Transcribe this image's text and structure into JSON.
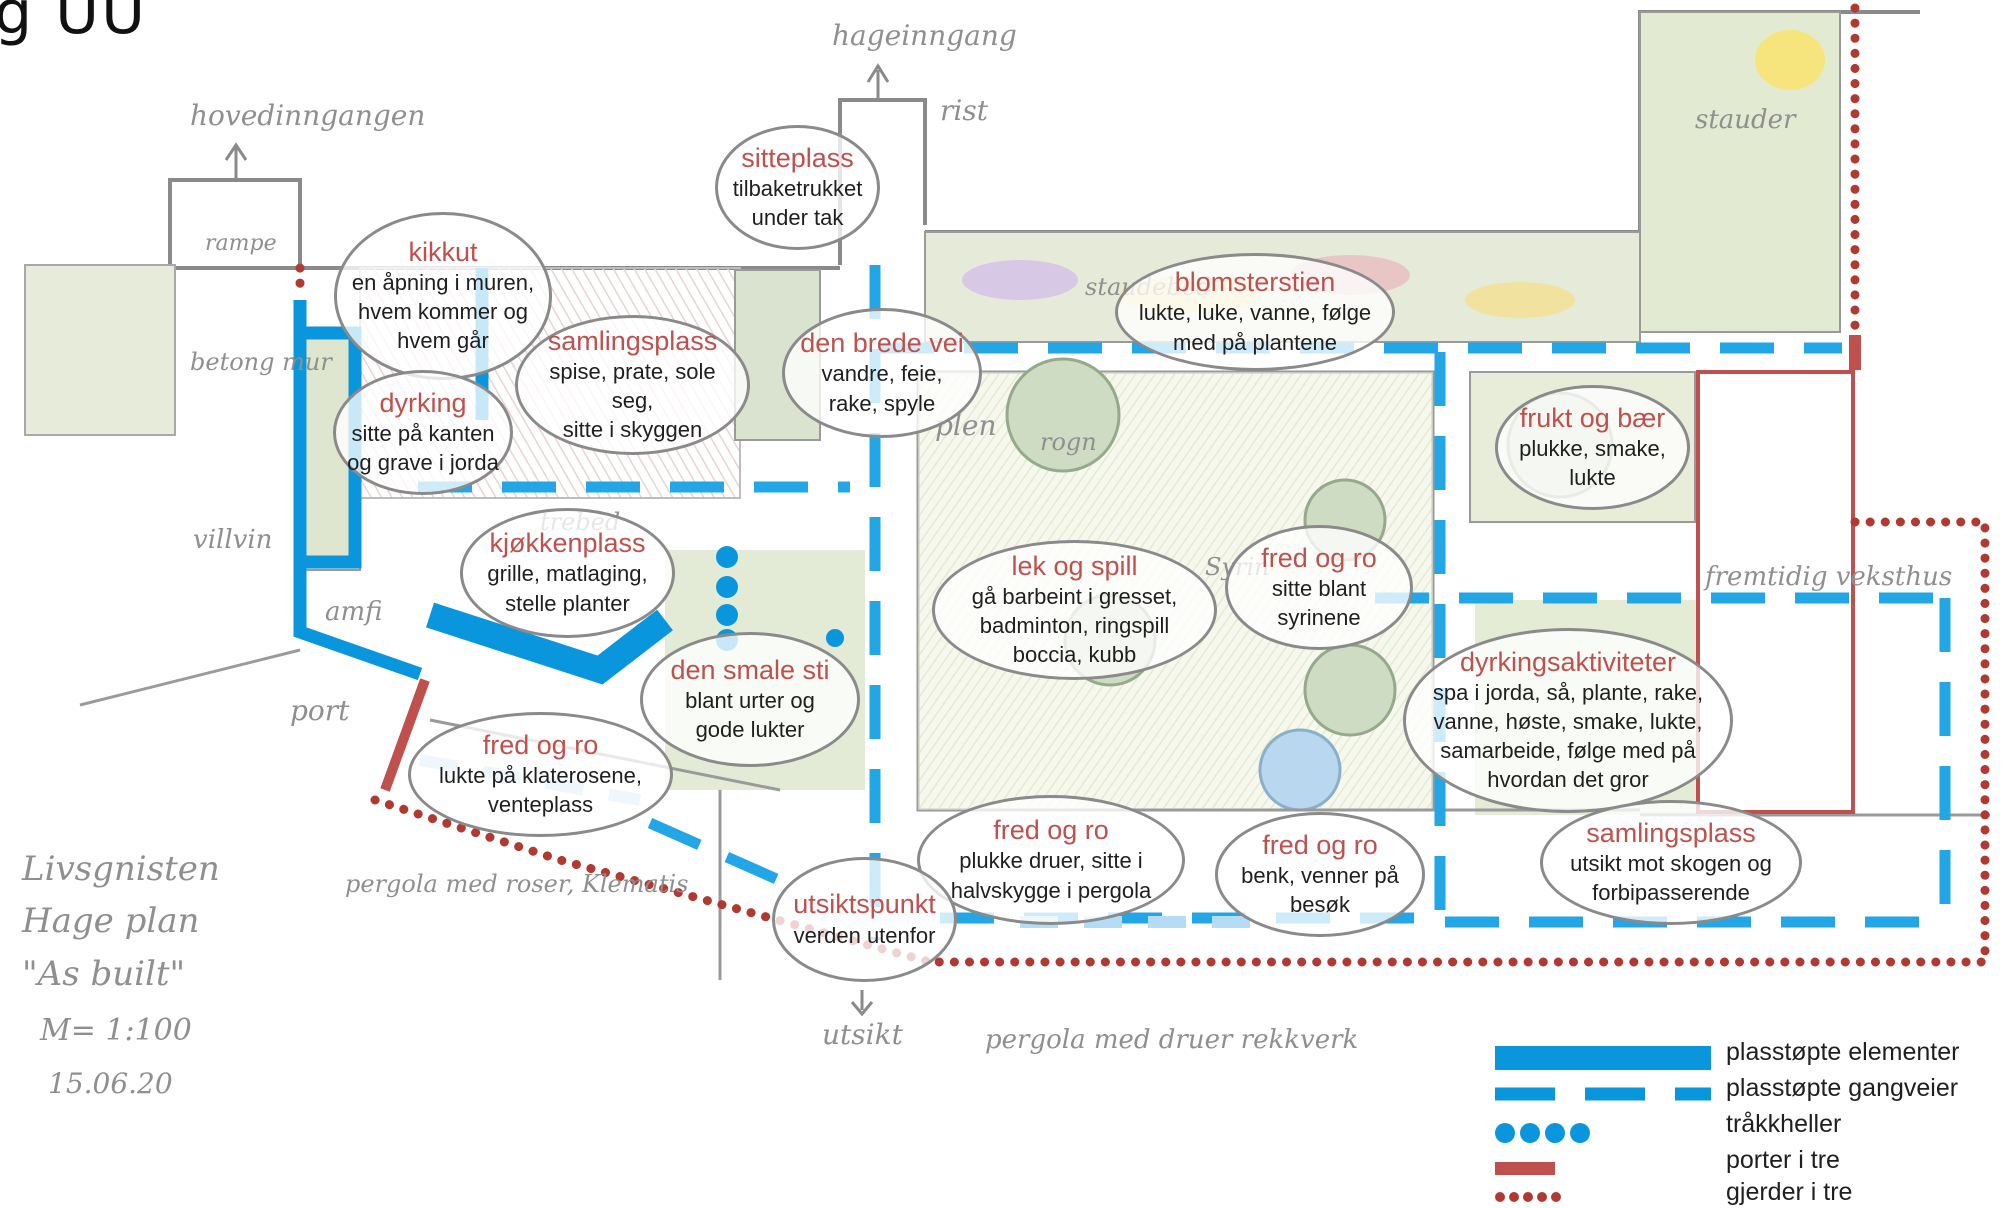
{
  "title_fragment": "g UU",
  "plan_note": {
    "lines": [
      "Livsgnisten",
      "Hage plan",
      "\"As built\"",
      "M= 1:100",
      "15.06.20"
    ]
  },
  "sketch_labels": {
    "hovedinngangen": "hovedinngangen",
    "hageinngang": "hageinngang",
    "rist": "rist",
    "rampe": "rampe",
    "betong_mur": "betong mur",
    "villvin": "villvin",
    "amfi": "amfi",
    "port": "port",
    "pergola_roser": "pergola med roser, Klematis",
    "utsikt": "utsikt",
    "pergola_druer": "pergola med druer rekkverk",
    "plen": "plen",
    "rogn": "rogn",
    "stauder": "stauder",
    "fremtidig_veksthus": "fremtidig veksthus",
    "staudebed": "staudebed",
    "trebed": "trebed",
    "syrin": "Syrin"
  },
  "zones": [
    {
      "title": "kikkut",
      "desc": "en åpning i muren,\nhvem kommer og\nhvem går"
    },
    {
      "title": "sitteplass",
      "desc": "tilbaketrukket\nunder tak"
    },
    {
      "title": "blomsterstien",
      "desc": "lukte, luke, vanne, følge\nmed på plantene"
    },
    {
      "title": "samlingsplass",
      "desc": "spise, prate, sole seg,\nsitte i skyggen"
    },
    {
      "title": "den brede vei",
      "desc": "vandre, feie,\nrake, spyle"
    },
    {
      "title": "dyrking",
      "desc": "sitte på kanten\nog grave i jorda"
    },
    {
      "title": "frukt og bær",
      "desc": "plukke, smake,\nlukte"
    },
    {
      "title": "kjøkkenplass",
      "desc": "grille, matlaging,\nstelle planter"
    },
    {
      "title": "lek og spill",
      "desc": "gå barbeint i gresset,\nbadminton, ringspill\nboccia, kubb"
    },
    {
      "title": "fred og ro",
      "desc": "sitte blant\nsyrinene"
    },
    {
      "title": "den smale sti",
      "desc": "blant urter og\ngode lukter"
    },
    {
      "title": "dyrkingsaktiviteter",
      "desc": "spa i jorda, så, plante, rake,\nvanne, høste, smake, lukte,\nsamarbeide, følge med på\nhvordan det gror"
    },
    {
      "title": "fred og ro",
      "desc": "lukte på klaterosene,\nventeplass"
    },
    {
      "title": "fred og ro",
      "desc": "plukke druer, sitte i\nhalvskygge i pergola"
    },
    {
      "title": "fred og ro",
      "desc": "benk, venner på\nbesøk"
    },
    {
      "title": "samlingsplass",
      "desc": "utsikt mot skogen og\nforbipasserende"
    },
    {
      "title": "utsiktspunkt",
      "desc": "verden utenfor"
    }
  ],
  "legend": [
    {
      "symbol": "solid-blue-bar",
      "label": "plasstøpte elementer"
    },
    {
      "symbol": "dashed-blue-line",
      "label": "plasstøpte gangveier"
    },
    {
      "symbol": "blue-dots",
      "label": "tråkkheller"
    },
    {
      "symbol": "red-bar",
      "label": "porter i tre"
    },
    {
      "symbol": "red-dots",
      "label": "gjerder i tre"
    }
  ],
  "colors": {
    "cast_elements": "#0a96dc",
    "paths": "#22a6e6",
    "light_paths": "#b5dcf5",
    "wood": "#c0504d",
    "fence": "#b03a32",
    "lawn": "#e9efd8",
    "bubble_title": "#c0504d"
  }
}
